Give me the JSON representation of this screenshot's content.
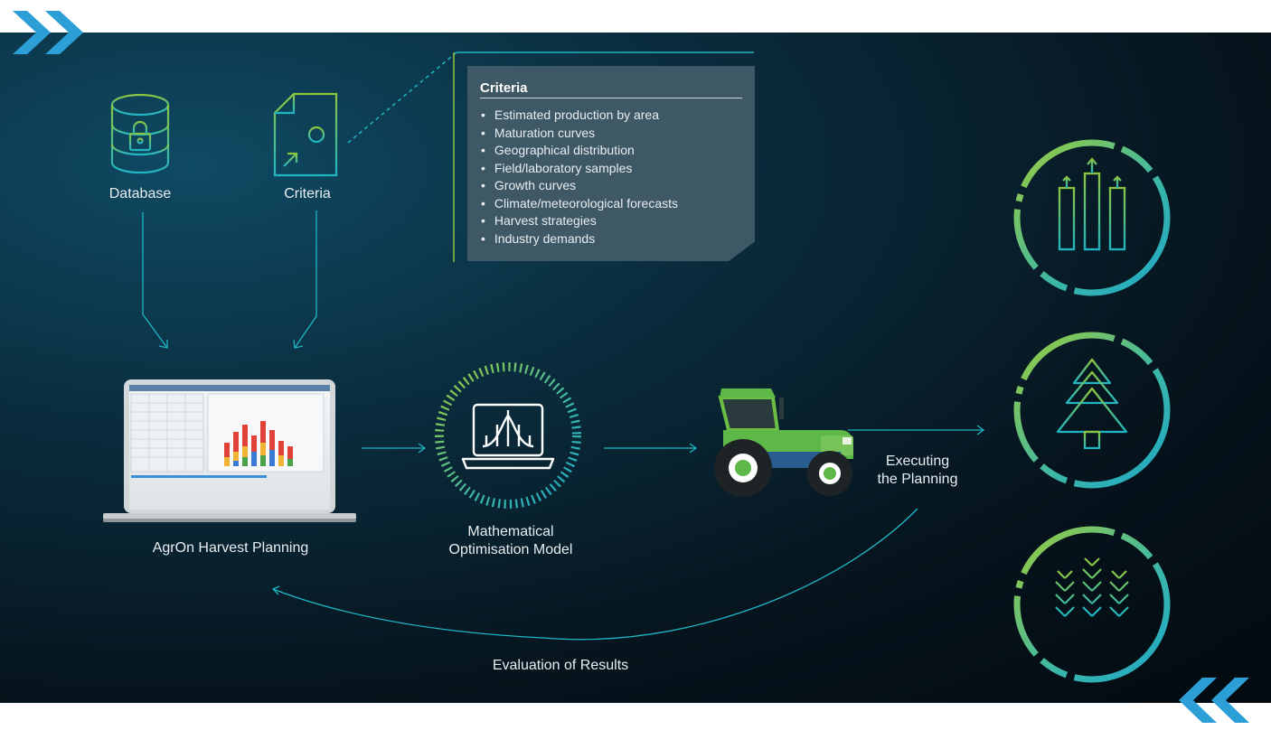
{
  "nodes": {
    "database": "Database",
    "criteria": "Criteria",
    "agron": "AgrOn Harvest Planning",
    "model_line1": "Mathematical",
    "model_line2": "Optimisation Model",
    "executing_line1": "Executing",
    "executing_line2": "the Planning",
    "evaluation": "Evaluation of Results"
  },
  "criteria_box": {
    "title": "Criteria",
    "items": [
      "Estimated production by area",
      "Maturation curves",
      "Geographical distribution",
      "Field/laboratory samples",
      "Growth curves",
      "Climate/meteorological forecasts",
      "Harvest strategies",
      "Industry demands"
    ]
  },
  "icons": [
    "database-lock-icon",
    "document-criteria-icon",
    "laptop-spreadsheet-icon",
    "optimisation-model-icon",
    "tractor-icon",
    "sugarcane-icon",
    "pine-tree-icon",
    "wheat-icon"
  ],
  "colors": {
    "teal": "#1fb5c4",
    "green": "#8cc63f",
    "chevron": "#2b9fd6",
    "criteria_box": "#3e5865"
  }
}
